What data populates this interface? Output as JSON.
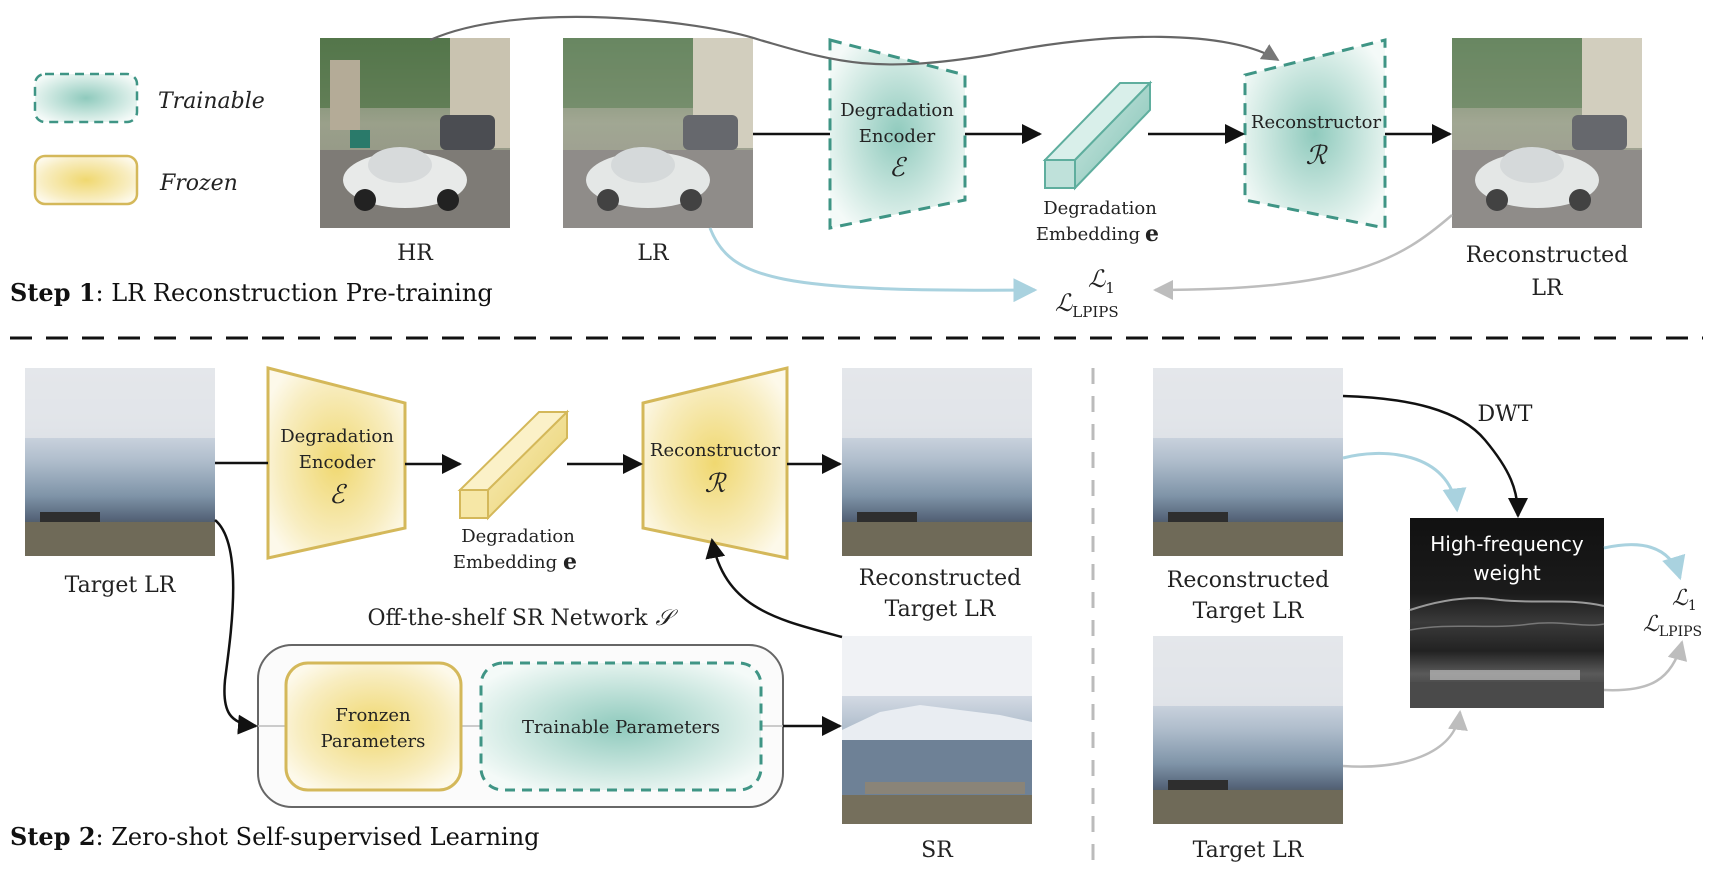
{
  "legend": {
    "trainable": "Trainable",
    "frozen": "Frozen"
  },
  "step1": {
    "title_bold": "Step 1",
    "title_rest": ": LR Reconstruction Pre-training",
    "hr_label": "HR",
    "lr_label": "LR",
    "encoder_line1": "Degradation",
    "encoder_line2": "Encoder",
    "encoder_symbol": "ℰ",
    "embedding_line1": "Degradation",
    "embedding_line2": "Embedding",
    "embedding_symbol": "e",
    "reconstructor_label": "Reconstructor",
    "reconstructor_symbol": "ℛ",
    "recon_label_line1": "Reconstructed",
    "recon_label_line2": "LR",
    "loss_l1_base": "ℒ",
    "loss_l1_sub": "1",
    "loss_lpips_base": "ℒ",
    "loss_lpips_sub": "LPIPS"
  },
  "step2": {
    "title_bold": "Step 2",
    "title_rest": ": Zero-shot Self-supervised Learning",
    "target_lr_label": "Target LR",
    "encoder_line1": "Degradation",
    "encoder_line2": "Encoder",
    "encoder_symbol": "ℰ",
    "embedding_line1": "Degradation",
    "embedding_line2": "Embedding",
    "embedding_symbol": "e",
    "reconstructor_label": "Reconstructor",
    "reconstructor_symbol": "ℛ",
    "recon_label_line1": "Reconstructed",
    "recon_label_line2": "Target LR",
    "sr_network_label": "Off-the-shelf SR Network",
    "sr_network_symbol": "𝒮",
    "frozen_params_line1": "Fronzen",
    "frozen_params_line2": "Parameters",
    "trainable_params": "Trainable Parameters",
    "sr_label": "SR"
  },
  "loss_panel": {
    "recon_label_line1": "Reconstructed",
    "recon_label_line2": "Target LR",
    "target_lr_label": "Target LR",
    "dwt_label": "DWT",
    "hf_line1": "High-frequency",
    "hf_line2": "weight",
    "loss_l1_base": "ℒ",
    "loss_l1_sub": "1",
    "loss_lpips_base": "ℒ",
    "loss_lpips_sub": "LPIPS"
  },
  "colors": {
    "trainable_border": "#3f9585",
    "trainable_fill": "#8fcabd",
    "frozen_border": "#d4b85a",
    "frozen_fill": "#f2e08a",
    "arrow_black": "#111111",
    "arrow_blue": "#a9d2df",
    "arrow_gray": "#bdbdbd"
  }
}
